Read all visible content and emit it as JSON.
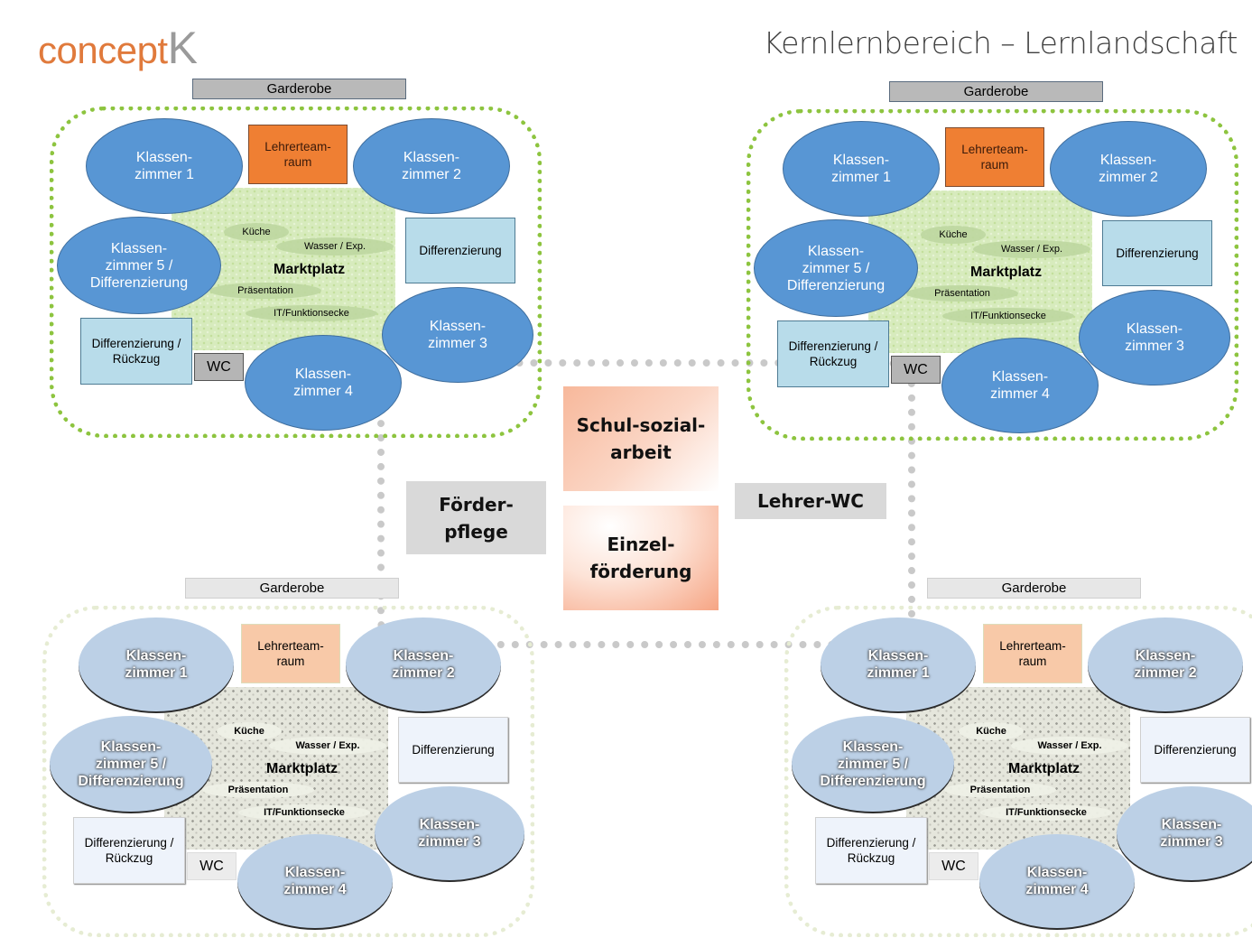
{
  "header": {
    "logo_main": "concept",
    "logo_accent": "K",
    "title": "Kernlernbereich – Lernlandschaft"
  },
  "colors": {
    "frame_green": "#8dc43f",
    "classroom_blue": "#5896d4",
    "teacher_orange": "#ef7f33",
    "differenzierung_lightblue": "#b8dcea",
    "logo_orange": "#e07a3c"
  },
  "center": {
    "schulsozialarbeit": "Schul-sozial-\narbeit",
    "einzelfoerderung": "Einzel-\nförderung",
    "foerderpflege": "Förder-\npflege",
    "lehrer_wc": "Lehrer-WC"
  },
  "quadrants": [
    {
      "id": "top-left",
      "style": "active",
      "garderobe": "Garderobe",
      "lehrerteamraum": "Lehrerteam-\nraum",
      "klassenzimmer_1": "Klassen-\nzimmer 1",
      "klassenzimmer_2": "Klassen-\nzimmer 2",
      "klassenzimmer_3": "Klassen-\nzimmer 3",
      "klassenzimmer_4": "Klassen-\nzimmer 4",
      "klassenzimmer_5": "Klassen-\nzimmer 5 /\nDifferenzierung",
      "differenzierung": "Differenzierung",
      "differenzierung_rueckzug": "Differenzierung /\nRückzug",
      "wc": "WC",
      "marktplatz": "Marktplatz",
      "zones": [
        "Küche",
        "Wasser / Exp.",
        "Präsentation",
        "IT/Funktionsecke"
      ]
    },
    {
      "id": "top-right",
      "style": "active",
      "garderobe": "Garderobe",
      "lehrerteamraum": "Lehrerteam-\nraum",
      "klassenzimmer_1": "Klassen-\nzimmer 1",
      "klassenzimmer_2": "Klassen-\nzimmer 2",
      "klassenzimmer_3": "Klassen-\nzimmer 3",
      "klassenzimmer_4": "Klassen-\nzimmer 4",
      "klassenzimmer_5": "Klassen-\nzimmer 5 /\nDifferenzierung",
      "differenzierung": "Differenzierung",
      "differenzierung_rueckzug": "Differenzierung /\nRückzug",
      "wc": "WC",
      "marktplatz": "Marktplatz",
      "zones": [
        "Küche",
        "Wasser / Exp.",
        "Präsentation",
        "IT/Funktionsecke"
      ]
    },
    {
      "id": "bottom-left",
      "style": "faded",
      "garderobe": "Garderobe",
      "lehrerteamraum": "Lehrerteam-\nraum",
      "klassenzimmer_1": "Klassen-\nzimmer 1",
      "klassenzimmer_2": "Klassen-\nzimmer 2",
      "klassenzimmer_3": "Klassen-\nzimmer 3",
      "klassenzimmer_4": "Klassen-\nzimmer 4",
      "klassenzimmer_5": "Klassen-\nzimmer 5 /\nDifferenzierung",
      "differenzierung": "Differenzierung",
      "differenzierung_rueckzug": "Differenzierung /\nRückzug",
      "wc": "WC",
      "marktplatz": "Marktplatz",
      "zones": [
        "Küche",
        "Wasser / Exp.",
        "Präsentation",
        "IT/Funktionsecke"
      ]
    },
    {
      "id": "bottom-right",
      "style": "faded",
      "garderobe": "Garderobe",
      "lehrerteamraum": "Lehrerteam-\nraum",
      "klassenzimmer_1": "Klassen-\nzimmer 1",
      "klassenzimmer_2": "Klassen-\nzimmer 2",
      "klassenzimmer_3": "Klassen-\nzimmer 3",
      "klassenzimmer_4": "Klassen-\nzimmer 4",
      "klassenzimmer_5": "Klassen-\nzimmer 5 /\nDifferenzierung",
      "differenzierung": "Differenzierung",
      "differenzierung_rueckzug": "Differenzierung /\nRückzug",
      "wc": "WC",
      "marktplatz": "Marktplatz",
      "zones": [
        "Küche",
        "Wasser / Exp.",
        "Präsentation",
        "IT/Funktionsecke"
      ]
    }
  ]
}
